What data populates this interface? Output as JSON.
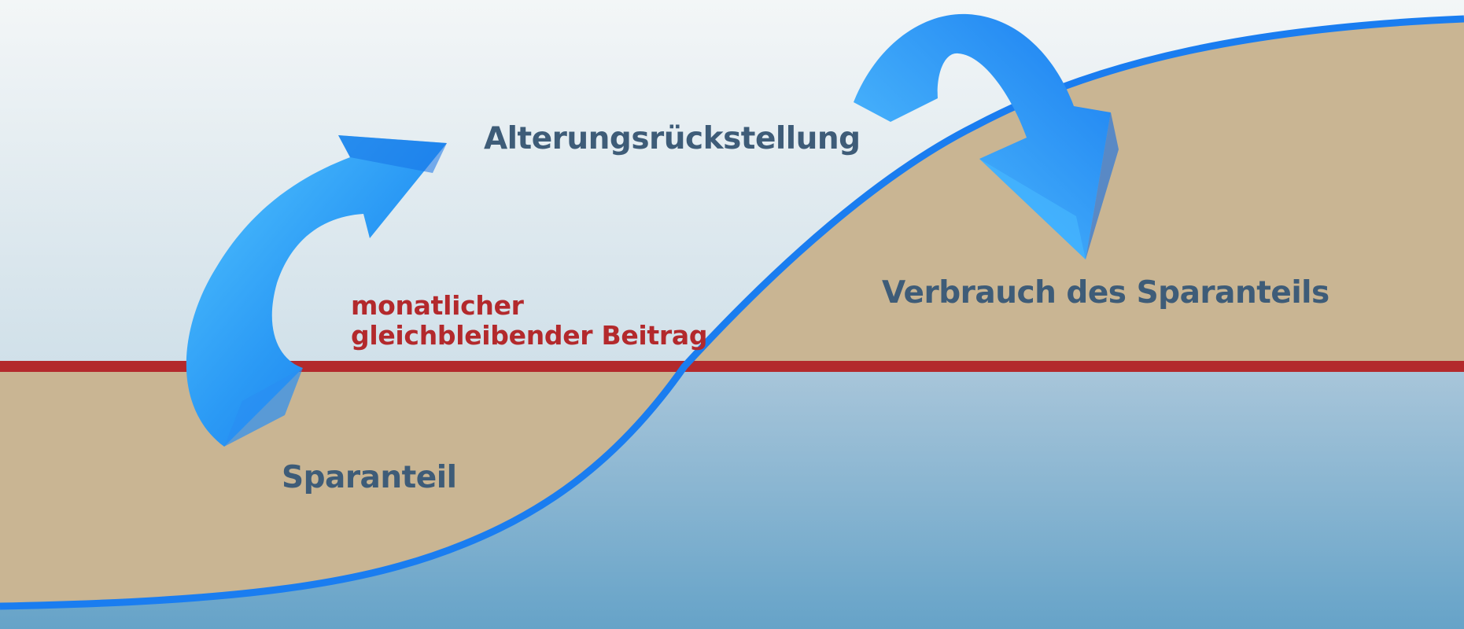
{
  "labels": {
    "alterungsrueckstellung": "Alterungsrückstellung",
    "verbrauch": "Verbrauch des Sparanteils",
    "sparanteil": "Sparanteil",
    "beitrag_line1": "monatlicher",
    "beitrag_line2": "gleichbleibender Beitrag"
  },
  "colors": {
    "curve": "#1a7df0",
    "contribution_line": "#b3292c",
    "savings_area": "#c9b593",
    "label_text": "#3e5c78",
    "contribution_text": "#b3292c",
    "sky_top": "#f2f6f7",
    "sky_bottom": "#d2e2ea",
    "water_top": "#a6c4d8",
    "water_bottom": "#6aa5c9",
    "arrow": "#1f8ef2"
  },
  "icons": [
    "curved-arrow-up-icon",
    "curved-arrow-down-icon"
  ]
}
